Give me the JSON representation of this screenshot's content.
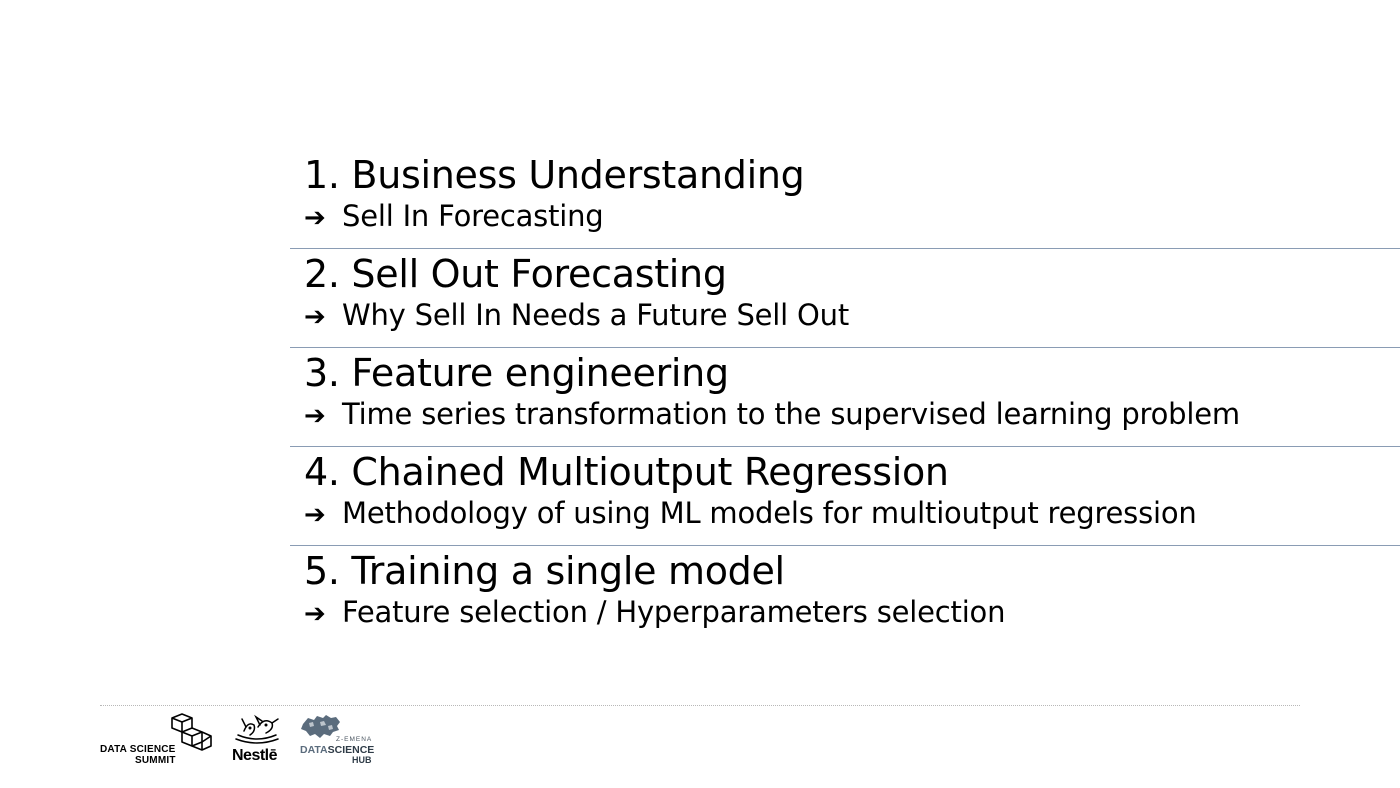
{
  "agenda": {
    "items": [
      {
        "heading": "1.  Business Understanding",
        "sub": "Sell In Forecasting"
      },
      {
        "heading": "2. Sell Out Forecasting",
        "sub": "Why Sell In Needs a Future Sell Out"
      },
      {
        "heading": "3. Feature engineering",
        "sub": "Time series transformation to the supervised learning problem"
      },
      {
        "heading": "4. Chained Multioutput Regression",
        "sub": "Methodology of using ML models for multioutput regression"
      },
      {
        "heading": "5. Training a single model",
        "sub": "Feature selection / Hyperparameters selection"
      }
    ],
    "arrow_glyph": "➔",
    "divider_color": "#8a9cb4"
  },
  "footer": {
    "dss_logo": {
      "line1": "DATA SCIENCE",
      "line2": "SUMMIT"
    },
    "nestle_logo": {
      "text": "Nestlē"
    },
    "hub_logo": {
      "region": "Z-EMENA",
      "data": "DATA",
      "science": "SCIENCE",
      "hub": "HUB"
    }
  }
}
